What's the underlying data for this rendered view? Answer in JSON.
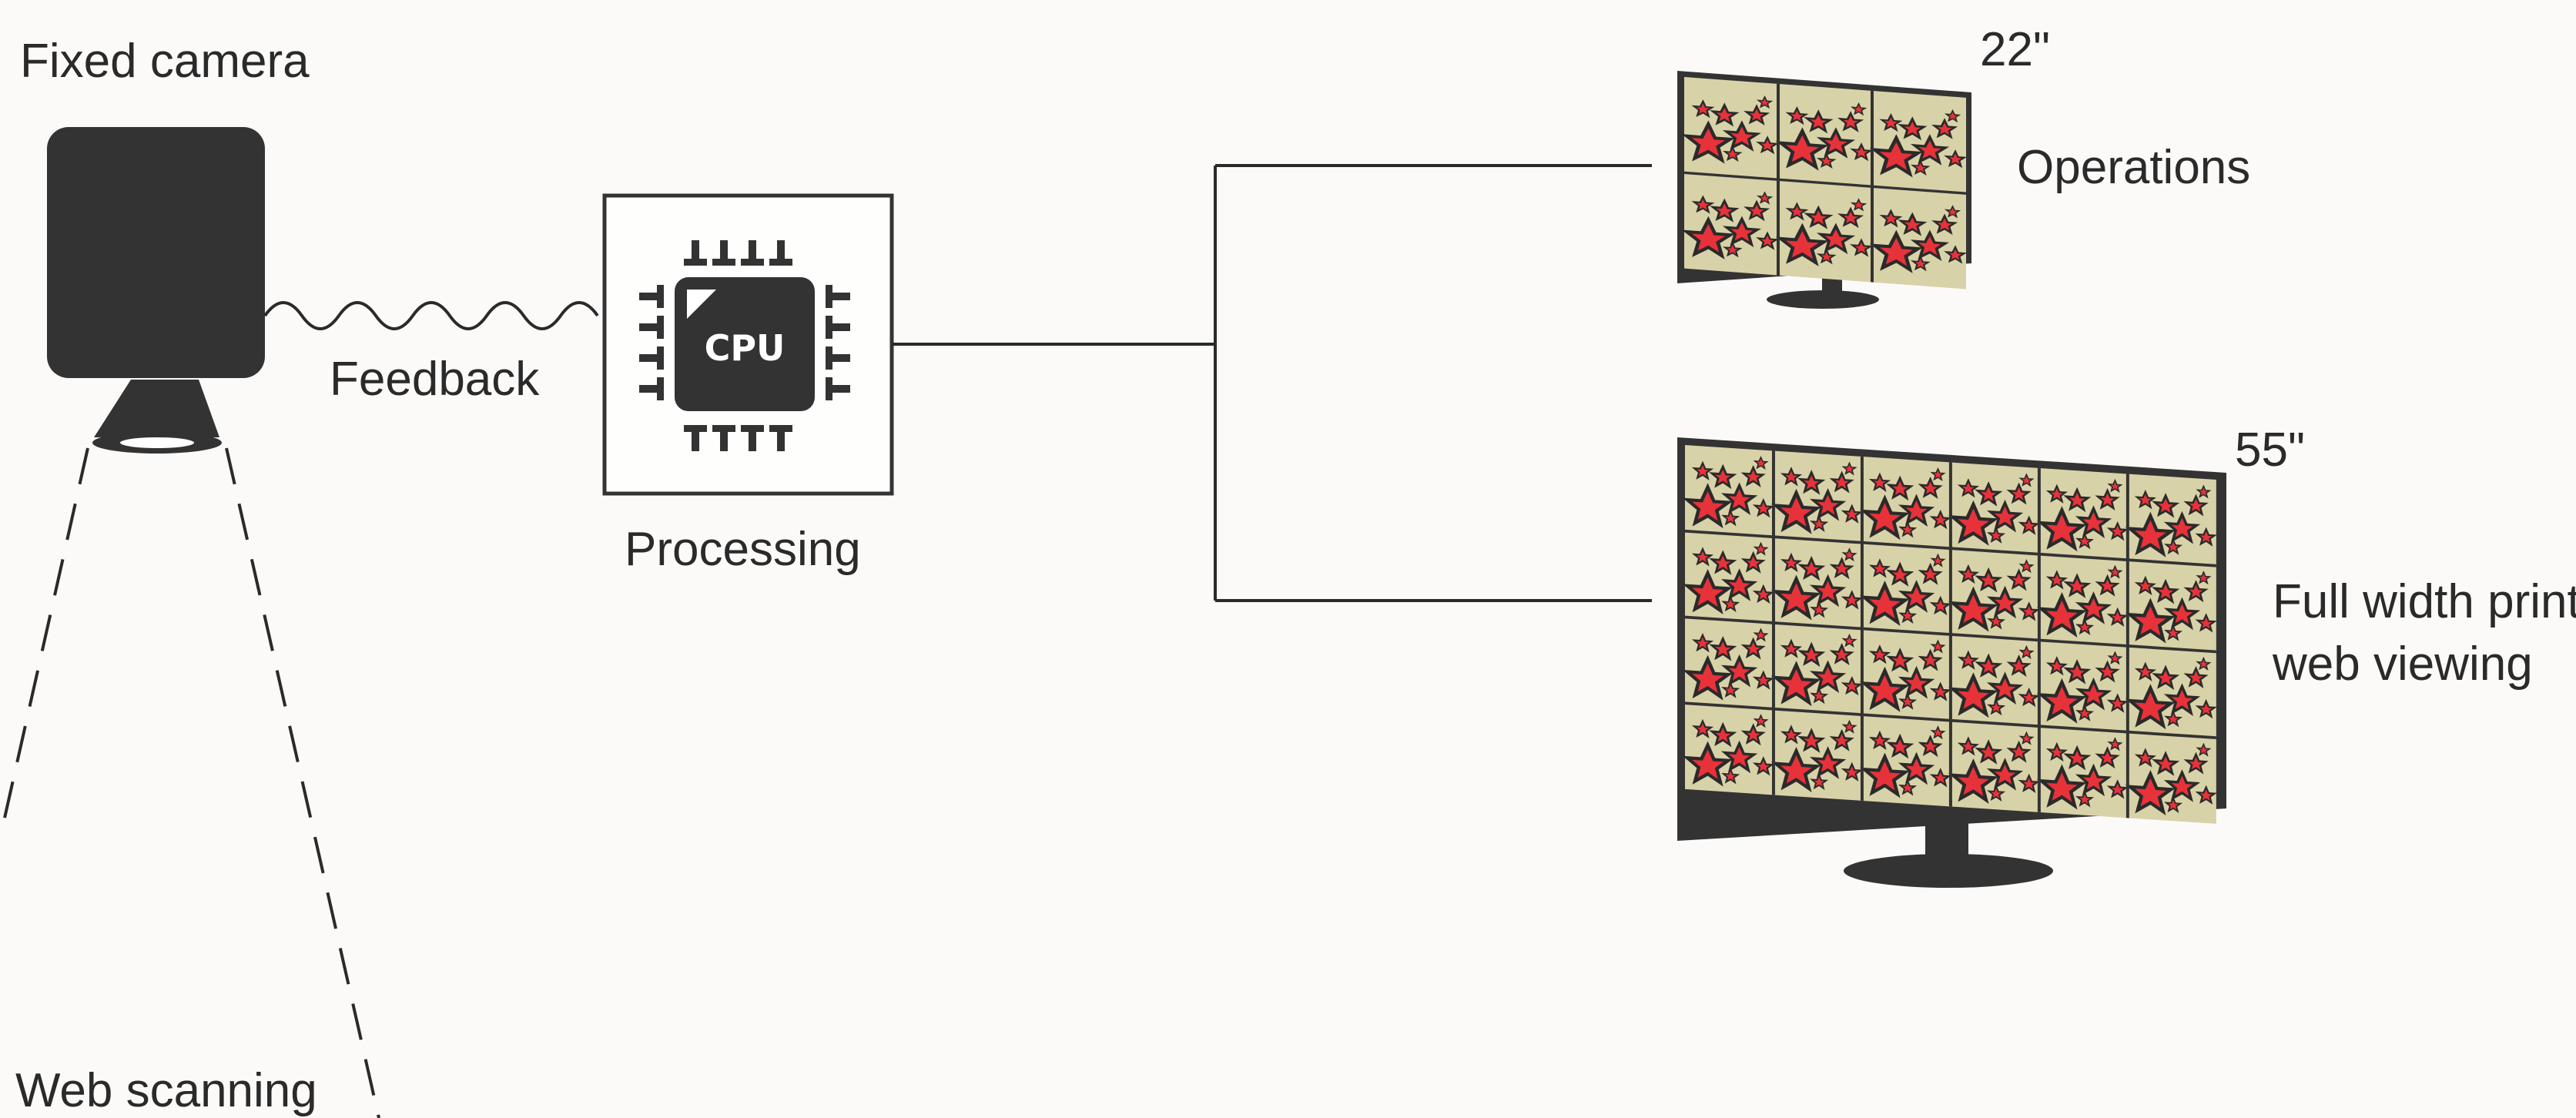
{
  "labels": {
    "fixed_camera": "Fixed camera",
    "feedback": "Feedback",
    "processing": "Processing",
    "cpu": "CPU",
    "web_scanning": "Web scanning",
    "size_small": "22\"",
    "size_large": "55\"",
    "operations": "Operations",
    "full_width_line1": "Full width print",
    "full_width_line2": "web viewing"
  },
  "colors": {
    "background": "#fbfaf8",
    "dark": "#333333",
    "screen_bg": "#d8d2a8",
    "star_fill": "#e8323a",
    "star_outline": "#2a2a2a"
  },
  "icons": {
    "camera": "camera-icon",
    "cpu": "cpu-chip-icon",
    "monitor": "monitor-icon",
    "star": "star-icon"
  },
  "monitors": {
    "small": {
      "grid_columns": 3,
      "grid_rows": 2
    },
    "large": {
      "grid_columns": 6,
      "grid_rows": 4
    }
  }
}
